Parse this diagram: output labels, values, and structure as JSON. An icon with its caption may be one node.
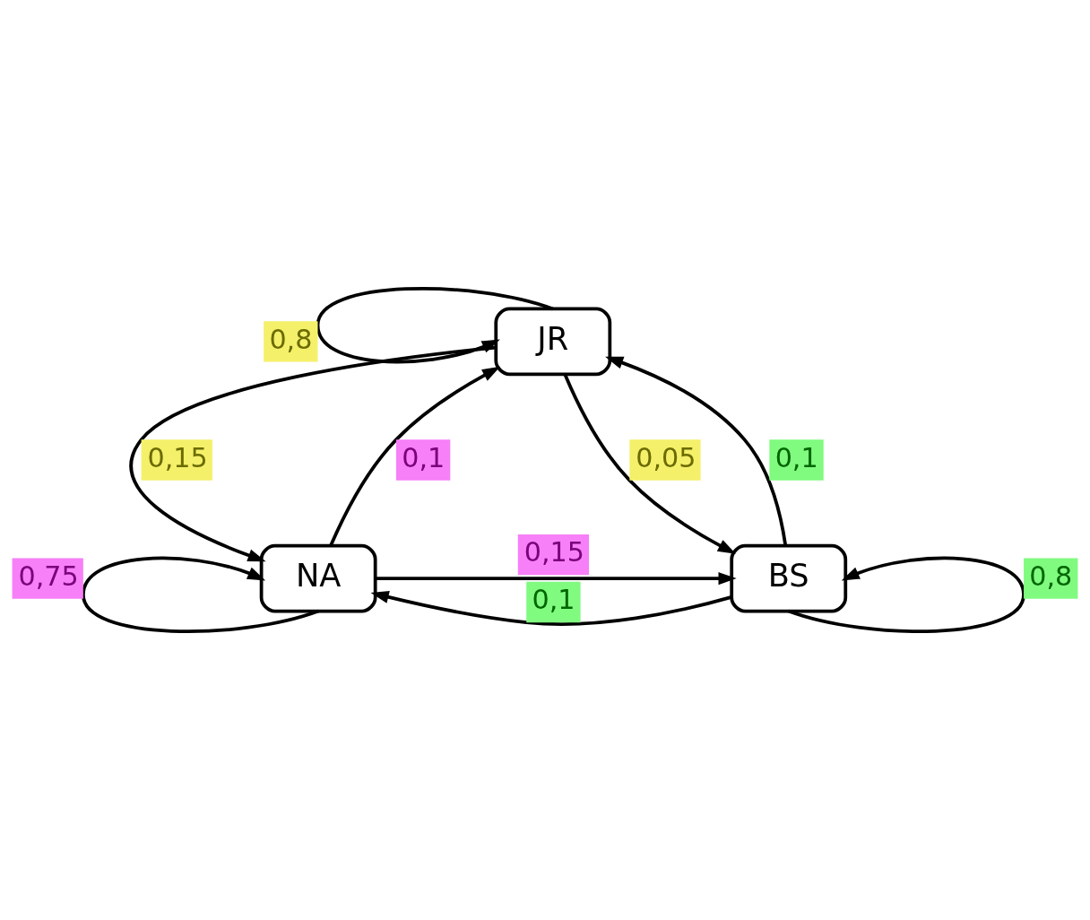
{
  "diagram": {
    "nodes": [
      {
        "text": [
          "JR"
        ]
      },
      {
        "text": [
          "NA"
        ]
      },
      {
        "text": [
          "BS"
        ]
      }
    ],
    "edges": [
      {
        "from": 0,
        "to": 0,
        "arrow": "to",
        "label": "0,8"
      },
      {
        "from": 0,
        "to": 1,
        "arrow": "to",
        "label": "0,15"
      },
      {
        "from": 1,
        "to": 0,
        "arrow": "to",
        "label": "0,1"
      },
      {
        "from": 2,
        "to": 0,
        "arrow": "to",
        "label": "0,1"
      },
      {
        "from": 0,
        "to": 2,
        "arrow": "to",
        "label": "0,05"
      },
      {
        "from": 1,
        "to": 2,
        "arrow": "to",
        "label": "0,15"
      },
      {
        "from": 2,
        "to": 1,
        "arrow": "to",
        "label": "0,1"
      },
      {
        "from": 1,
        "to": 1,
        "arrow": "to",
        "label": "0,75"
      },
      {
        "from": 2,
        "to": 2,
        "arrow": "to",
        "label": "0,8"
      }
    ]
  }
}
